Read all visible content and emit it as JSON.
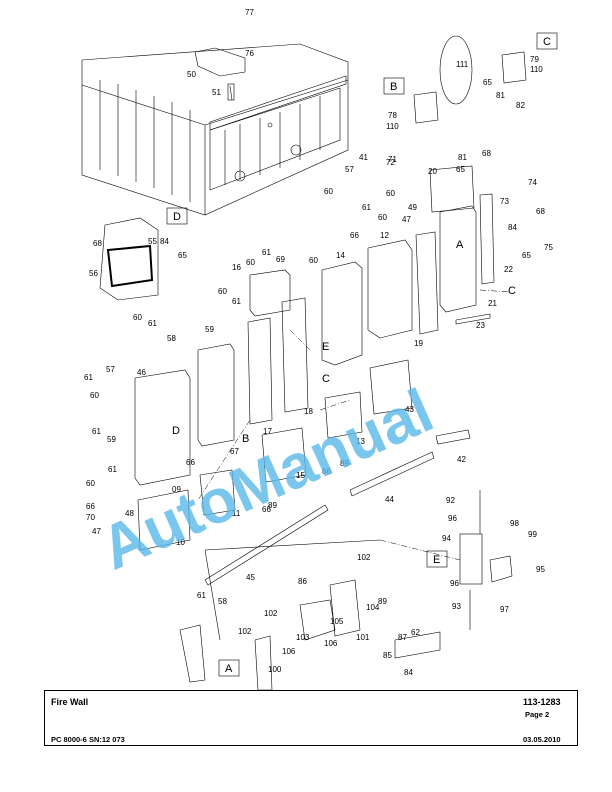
{
  "document": {
    "title": "Fire Wall",
    "part_number": "113-1283",
    "page": "Page 2",
    "model": "PC 8000-6 SN:12 073",
    "date": "03.05.2010"
  },
  "watermark": "AutoManual",
  "views": [
    "A",
    "B",
    "C",
    "D",
    "E"
  ],
  "callouts": {
    "c9": "9",
    "c10": "10",
    "c11": "11",
    "c12": "12",
    "c13": "13",
    "c14": "14",
    "c15": "15",
    "c16": "16",
    "c17": "17",
    "c18": "18",
    "c19": "19",
    "c20": "20",
    "c21": "21",
    "c22": "22",
    "c23": "23",
    "c41": "41",
    "c42": "42",
    "c43": "43",
    "c44": "44",
    "c45": "45",
    "c46": "46",
    "c47a": "47",
    "c47b": "47",
    "c48": "48",
    "c49": "49",
    "c50": "50",
    "c51": "51",
    "c55": "55",
    "c56": "56",
    "c57a": "57",
    "c57b": "57",
    "c58a": "58",
    "c58b": "58",
    "c59a": "59",
    "c59b": "59",
    "c60a": "60",
    "c60b": "60",
    "c60c": "60",
    "c60d": "60",
    "c60e": "60",
    "c60f": "60",
    "c60g": "60",
    "c60h": "60",
    "c60i": "60",
    "c61a": "61",
    "c61b": "61",
    "c61c": "61",
    "c61d": "61",
    "c61e": "61",
    "c61f": "61",
    "c61g": "61",
    "c61h": "61",
    "c62": "62",
    "c65a": "65",
    "c65b": "65",
    "c65c": "65",
    "c65d": "65",
    "c66a": "66",
    "c66b": "66",
    "c66c": "66",
    "c66d": "66",
    "c66e": "66",
    "c67": "67",
    "c68a": "68",
    "c68b": "68",
    "c68c": "68",
    "c69": "69",
    "c70": "70",
    "c71": "71",
    "c72": "72",
    "c73": "73",
    "c74": "74",
    "c75": "75",
    "c76": "76",
    "c77": "77",
    "c78": "78",
    "c79": "79",
    "c81a": "81",
    "c81b": "81",
    "c82": "82",
    "c84a": "84",
    "c84b": "84",
    "c84c": "84",
    "c85": "85",
    "c86": "86",
    "c87": "87",
    "c89a": "89",
    "c89b": "89",
    "c89c": "89",
    "c92": "92",
    "c93": "93",
    "c94": "94",
    "c95": "95",
    "c96a": "96",
    "c96b": "96",
    "c97": "97",
    "c98": "98",
    "c99": "99",
    "c100": "100",
    "c101": "101",
    "c102a": "102",
    "c102b": "102",
    "c102c": "102",
    "c103": "103",
    "c104": "104",
    "c105": "105",
    "c106a": "106",
    "c106b": "106",
    "c110a": "110",
    "c110b": "110",
    "c111": "111",
    "c09": "09"
  }
}
